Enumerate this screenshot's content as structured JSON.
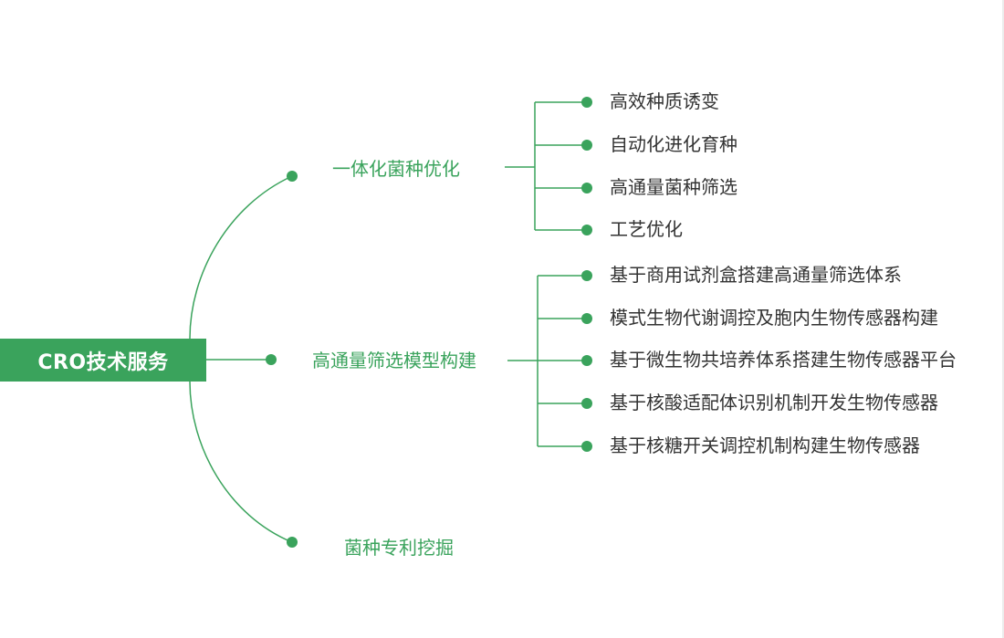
{
  "root": {
    "label": "CRO技术服务"
  },
  "branches": [
    {
      "label": "一体化菌种优化",
      "children": [
        "高效种质诱变",
        "自动化进化育种",
        "高通量菌种筛选",
        "工艺优化"
      ]
    },
    {
      "label": "高通量筛选模型构建",
      "children": [
        "基于商用试剂盒搭建高通量筛选体系",
        "模式生物代谢调控及胞内生物传感器构建",
        "基于微生物共培养体系搭建生物传感器平台",
        "基于核酸适配体识别机制开发生物传感器",
        "基于核糖开关调控机制构建生物传感器"
      ]
    },
    {
      "label": "菌种专利挖掘",
      "children": []
    }
  ],
  "colors": {
    "accent": "#3aa35c",
    "root_text": "#ffffff",
    "leaf_text": "#333333"
  }
}
